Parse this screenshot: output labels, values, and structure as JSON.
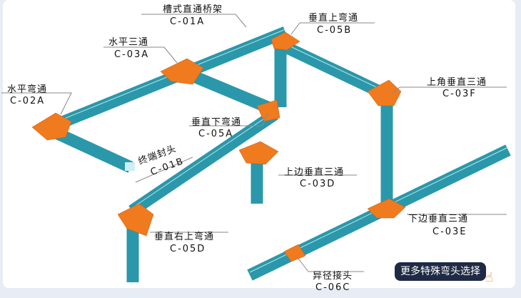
{
  "labels": [
    {
      "name": "C-01A",
      "title": "槽式直通桥架",
      "code": "C-01A"
    },
    {
      "name": "C-03A",
      "title": "水平三通",
      "code": "C-03A"
    },
    {
      "name": "C-02A",
      "title": "水平弯通",
      "code": "C-02A"
    },
    {
      "name": "C-05A",
      "title": "垂直下弯通",
      "code": "C-05A"
    },
    {
      "name": "C-01B",
      "title": "终端封头",
      "code": "C-01B"
    },
    {
      "name": "C-05B",
      "title": "垂直上弯通",
      "code": "C-05B"
    },
    {
      "name": "C-03F",
      "title": "上角垂直三通",
      "code": "C-03F"
    },
    {
      "name": "C-03D",
      "title": "上边垂直三通",
      "code": "C-03D"
    },
    {
      "name": "C-05D",
      "title": "垂直右上弯通",
      "code": "C-05D"
    },
    {
      "name": "C-03E",
      "title": "下边垂直三通",
      "code": "C-03E"
    },
    {
      "name": "C-06C",
      "title": "异径接头",
      "code": "C-06C"
    }
  ],
  "more_button": "更多特殊弯头选择",
  "colors": {
    "tray": "#2a98aa",
    "fitting": "#f07a1e",
    "leader": "#888888"
  }
}
